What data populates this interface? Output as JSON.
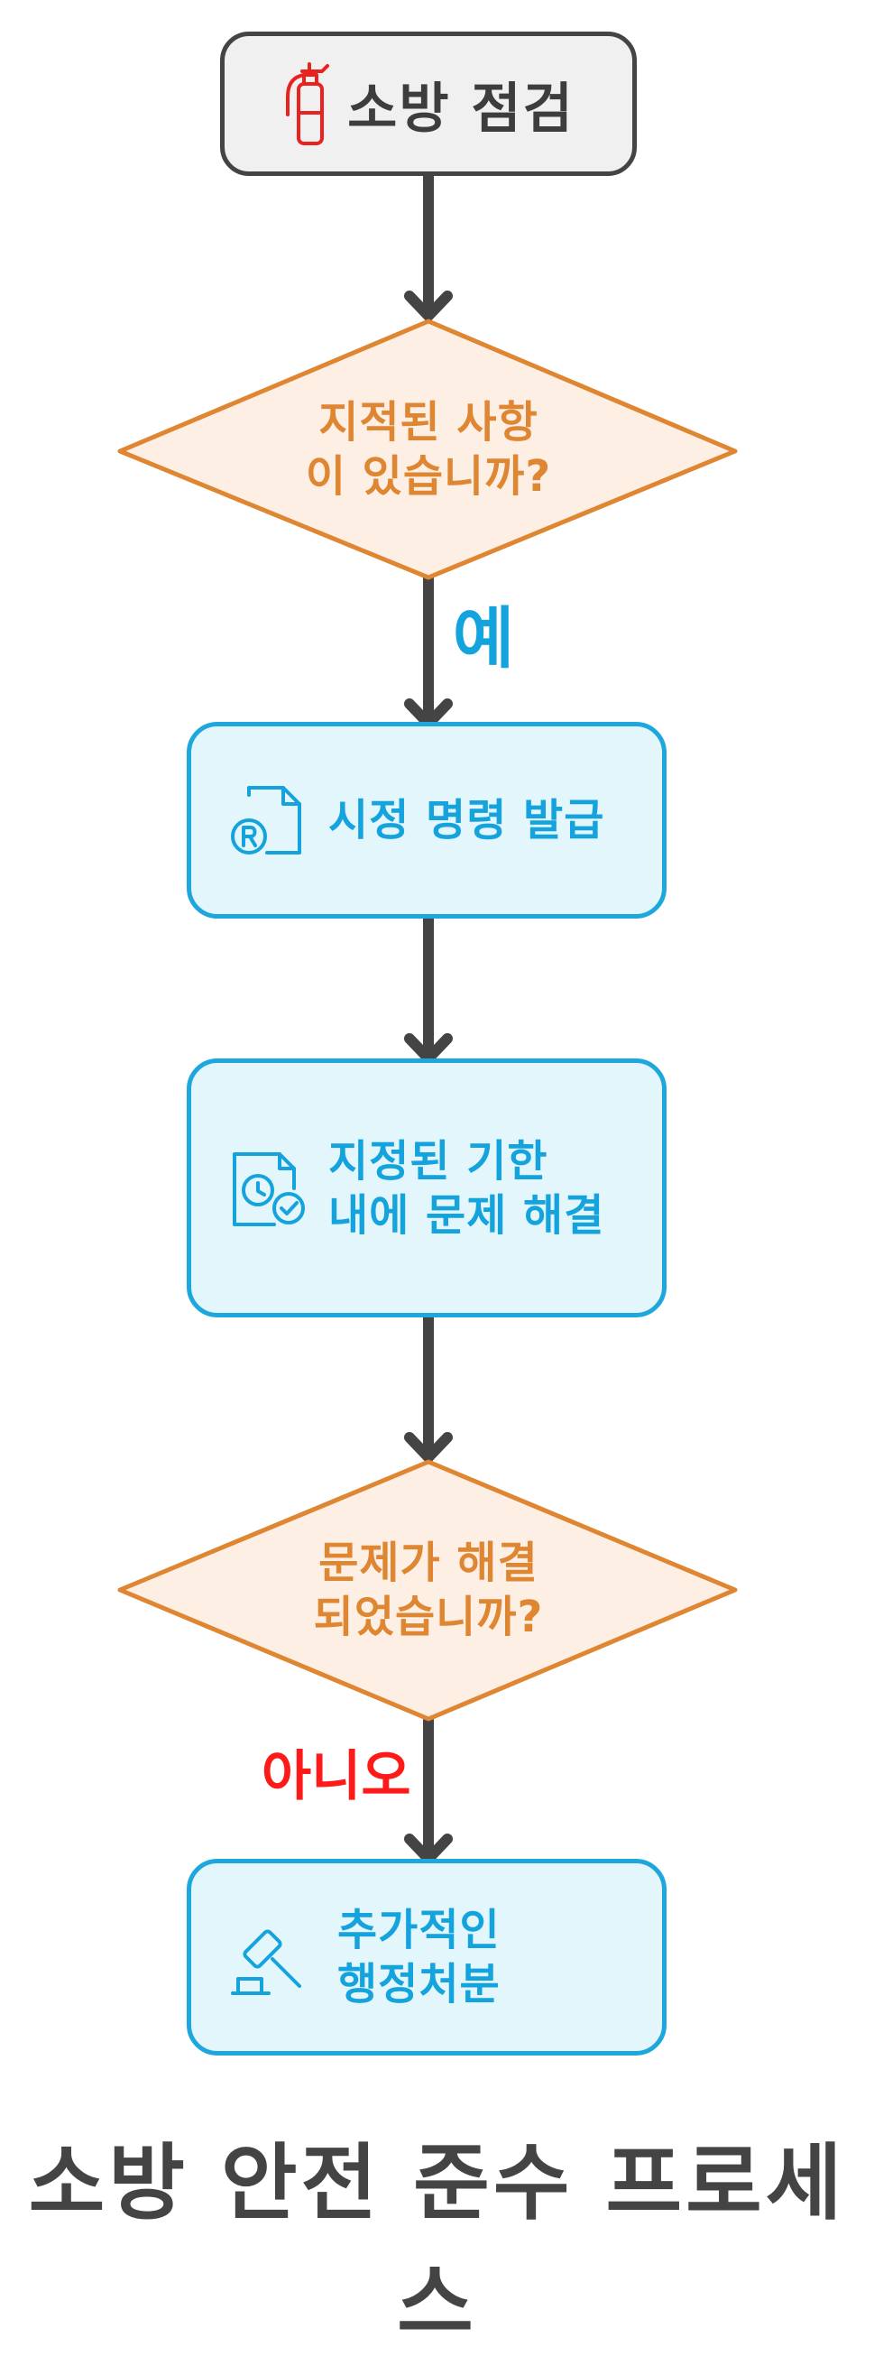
{
  "diagram": {
    "title": "소방 안전 준수 프로세스",
    "start": {
      "label": "소방 점검",
      "icon": "fire-extinguisher-icon"
    },
    "decisions": [
      {
        "id": "d1",
        "label": "지적된 사항\n이 있습니까?"
      },
      {
        "id": "d2",
        "label": "문제가 해결\n되었습니까?"
      }
    ],
    "processes": [
      {
        "id": "p1",
        "label": "시정 명령 발급",
        "icon": "registered-document-icon"
      },
      {
        "id": "p2",
        "label": "지정된 기한\n내에 문제 해결",
        "icon": "document-clock-check-icon"
      },
      {
        "id": "p3",
        "label": "추가적인\n행정처분",
        "icon": "gavel-icon"
      }
    ],
    "edge_labels": {
      "yes": "예",
      "no": "아니오"
    },
    "colors": {
      "start_border": "#444444",
      "start_fill": "#f0f0f0",
      "arrow": "#444444",
      "decision_border": "#de8632",
      "decision_fill": "#fdefe3",
      "decision_text": "#de8632",
      "process_border": "#1ea7dd",
      "process_fill": "#e3f6fc",
      "process_text": "#14a3dc",
      "yes_text": "#14a3dc",
      "no_text": "#ff1a1a",
      "extinguisher_icon": "#e8231f",
      "title_text": "#444444"
    }
  }
}
